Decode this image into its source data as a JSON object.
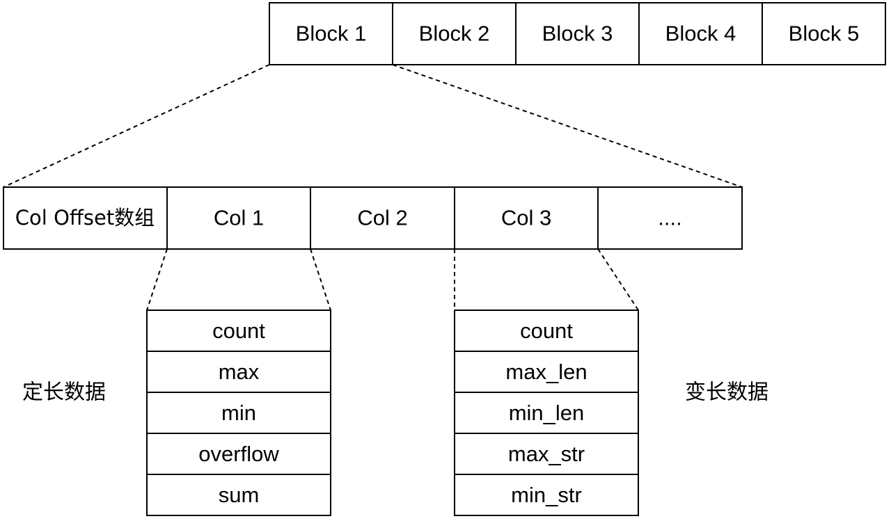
{
  "blocks": [
    "Block 1",
    "Block 2",
    "Block 3",
    "Block 4",
    "Block 5"
  ],
  "columns": [
    "Col Offset数组",
    "Col 1",
    "Col 2",
    "Col 3",
    "...."
  ],
  "fixed_length": {
    "label": "定长数据",
    "fields": [
      "count",
      "max",
      "min",
      "overflow",
      "sum"
    ]
  },
  "variable_length": {
    "label": "变长数据",
    "fields": [
      "count",
      "max_len",
      "min_len",
      "max_str",
      "min_str"
    ]
  }
}
